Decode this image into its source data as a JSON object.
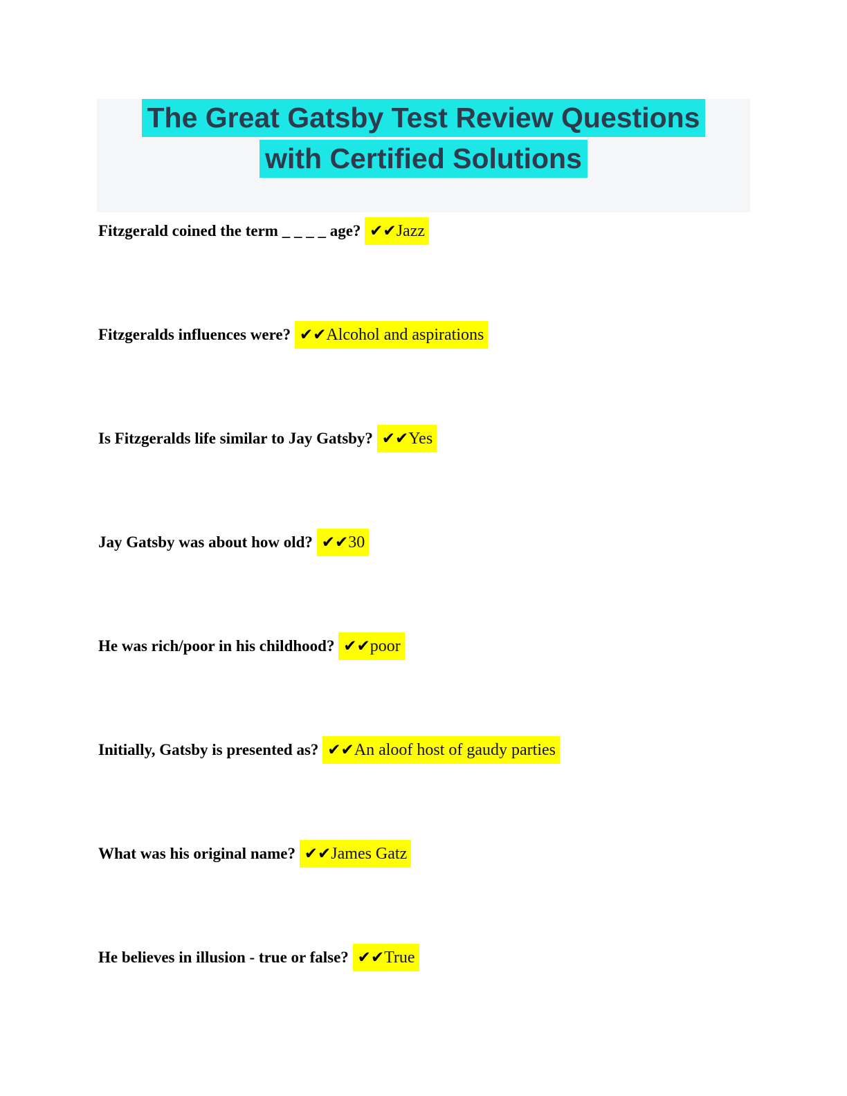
{
  "header": {
    "title_line1": "The Great Gatsby Test Review Questions",
    "title_line2": "with Certified Solutions",
    "panel_bg": "#f5f6f8",
    "highlight_color": "#1de7e6",
    "title_text_color": "#2e3b4d"
  },
  "qa": {
    "checkmarks": "✔✔",
    "answer_highlight_color": "#ffff00",
    "items": [
      {
        "question": "Fitzgerald coined the term _ _ _ _ age?",
        "answer": "Jazz"
      },
      {
        "question": "Fitzgeralds influences were?",
        "answer": "Alcohol and aspirations"
      },
      {
        "question": "Is Fitzgeralds life similar to Jay Gatsby?",
        "answer": "Yes"
      },
      {
        "question": "Jay Gatsby was about how old?",
        "answer": "30"
      },
      {
        "question": "He was rich/poor in his childhood?",
        "answer": "poor"
      },
      {
        "question": "Initially, Gatsby is presented as?",
        "answer": "An aloof host of gaudy parties"
      },
      {
        "question": "What was his original name?",
        "answer": "James Gatz"
      },
      {
        "question": "He believes in illusion - true or false?",
        "answer": "True"
      }
    ]
  }
}
